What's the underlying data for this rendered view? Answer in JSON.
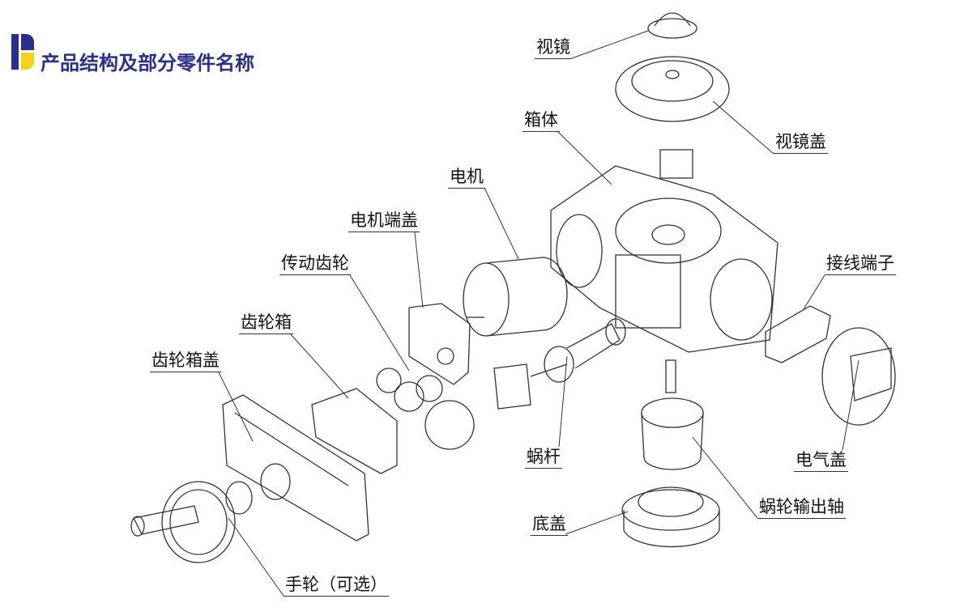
{
  "title": "产品结构及部分零件名称",
  "colors": {
    "title": "#2b2f8a",
    "logo_primary": "#2b2f8a",
    "logo_accent": "#f2d21a"
  },
  "labels": {
    "sight_glass": "视镜",
    "sight_glass_cover": "视镜盖",
    "housing": "箱体",
    "motor": "电机",
    "motor_end_cover": "电机端盖",
    "transmission_gear": "传动齿轮",
    "gearbox": "齿轮箱",
    "gearbox_cover": "齿轮箱盖",
    "terminal_block": "接线端子",
    "worm": "蜗杆",
    "electrical_cover": "电气盖",
    "worm_wheel_output_shaft": "蜗轮输出轴",
    "bottom_cover": "底盖",
    "handwheel": "手轮（可选）"
  }
}
